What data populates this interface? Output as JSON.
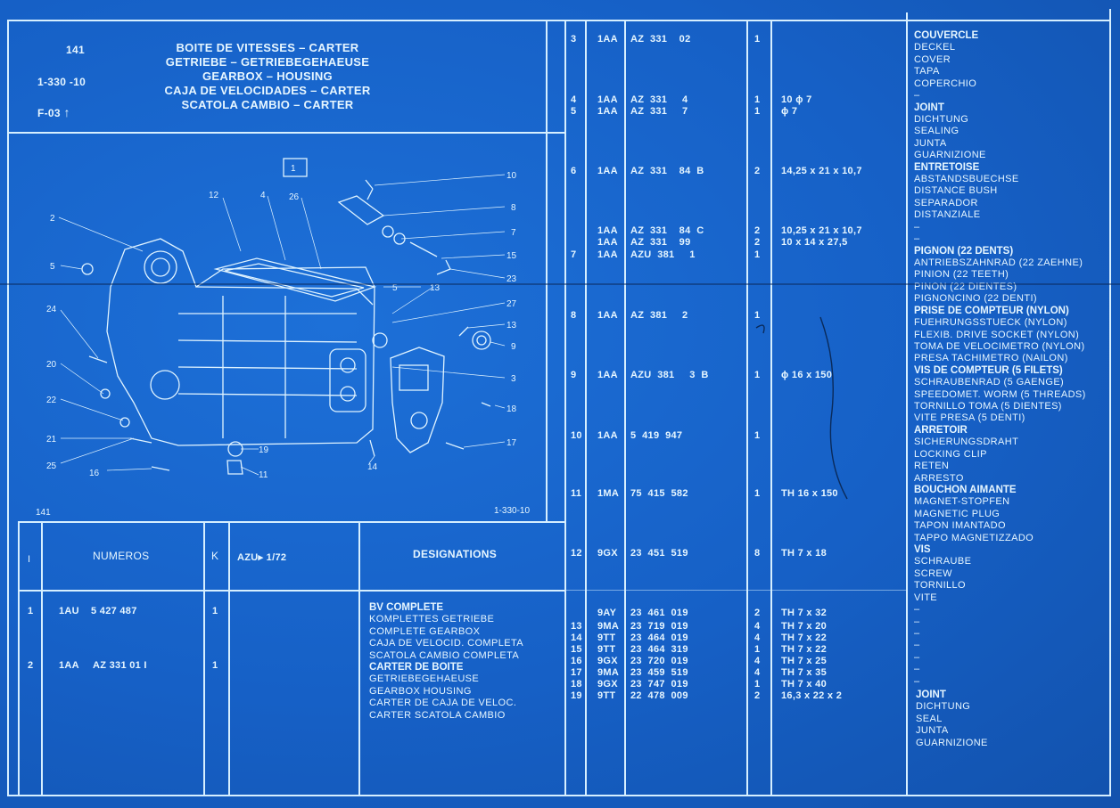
{
  "header": {
    "page_number": "141",
    "ref_code": "1-330 -10",
    "fig_code": "F-03",
    "titles": [
      "BOITE DE VITESSES – CARTER",
      "GETRIEBE – GETRIEBEGEHAEUSE",
      "GEARBOX – HOUSING",
      "CAJA DE VELOCIDADES – CARTER",
      "SCATOLA CAMBIO – CARTER"
    ]
  },
  "drawing": {
    "box_label": "1",
    "page_label": "141",
    "code_label": "1-330-10",
    "callouts_right": [
      "10",
      "8",
      "7",
      "15",
      "23",
      "27",
      "13",
      "9",
      "3",
      "18",
      "17"
    ],
    "callouts_top": [
      "12",
      "4",
      "26"
    ],
    "callouts_left": [
      "2",
      "5",
      "24",
      "20",
      "22",
      "21",
      "25"
    ],
    "callouts_bottom": [
      "16",
      "11",
      "19",
      "14"
    ],
    "callouts_mid": [
      "5",
      "13"
    ]
  },
  "left_table": {
    "headers": {
      "index": "I",
      "numbers": "NUMEROS",
      "k": "K",
      "azu": "AZU▸ 1/72",
      "designations": "DESIGNATIONS"
    },
    "rows": [
      {
        "index": "1",
        "prefix": "1AU",
        "number": "5 427 487",
        "k": "1",
        "desc_bold": "BV COMPLETE",
        "desc": [
          "KOMPLETTES GETRIEBE",
          "COMPLETE GEARBOX",
          "CAJA DE VELOCID. COMPLETA",
          "SCATOLA CAMBIO COMPLETA"
        ]
      },
      {
        "index": "2",
        "prefix": "1AA",
        "number": "AZ  331    01  I",
        "k": "1",
        "desc_bold": "CARTER DE BOITE",
        "desc": [
          "GETRIEBEGEHAEUSE",
          "GEARBOX HOUSING",
          "CARTER DE CAJA DE VELOC.",
          "CARTER SCATOLA CAMBIO"
        ]
      }
    ]
  },
  "parts": [
    {
      "index": "3",
      "prefix": "1AA",
      "number": "AZ  331    02",
      "qty": "1",
      "dim": ""
    },
    {
      "index": "4",
      "prefix": "1AA",
      "number": "AZ  331     4",
      "qty": "1",
      "dim": "10 ϕ 7"
    },
    {
      "index": "5",
      "prefix": "1AA",
      "number": "AZ  331     7",
      "qty": "1",
      "dim": "ϕ 7"
    },
    {
      "index": "6",
      "prefix": "1AA",
      "number": "AZ  331    84  B",
      "qty": "2",
      "dim": "14,25 x 21 x 10,7"
    },
    {
      "index": "",
      "prefix": "1AA",
      "number": "AZ  331    84  C",
      "qty": "2",
      "dim": "10,25 x 21 x 10,7"
    },
    {
      "index": "",
      "prefix": "1AA",
      "number": "AZ  331    99",
      "qty": "2",
      "dim": "10 x 14 x 27,5"
    },
    {
      "index": "7",
      "prefix": "1AA",
      "number": "AZU  381     1",
      "qty": "1",
      "dim": ""
    },
    {
      "index": "8",
      "prefix": "1AA",
      "number": "AZ  381     2",
      "qty": "1",
      "dim": ""
    },
    {
      "index": "9",
      "prefix": "1AA",
      "number": "AZU  381     3  B",
      "qty": "1",
      "dim": "ϕ 16 x 150"
    },
    {
      "index": "10",
      "prefix": "1AA",
      "number": "5  419  947",
      "qty": "1",
      "dim": ""
    },
    {
      "index": "11",
      "prefix": "1MA",
      "number": "75  415  582",
      "qty": "1",
      "dim": "TH 16 x 150"
    },
    {
      "index": "12",
      "prefix": "9GX",
      "number": "23  451  519",
      "qty": "8",
      "dim": "TH 7 x 18"
    },
    {
      "index": "",
      "prefix": "9AY",
      "number": "23  461  019",
      "qty": "2",
      "dim": "TH 7 x 32"
    },
    {
      "index": "13",
      "prefix": "9MA",
      "number": "23  719  019",
      "qty": "4",
      "dim": "TH 7 x 20"
    },
    {
      "index": "14",
      "prefix": "9TT",
      "number": "23  464  019",
      "qty": "4",
      "dim": "TH 7 x 22"
    },
    {
      "index": "15",
      "prefix": "9TT",
      "number": "23  464  319",
      "qty": "1",
      "dim": "TH 7 x 22"
    },
    {
      "index": "16",
      "prefix": "9GX",
      "number": "23  720  019",
      "qty": "4",
      "dim": "TH 7 x 25"
    },
    {
      "index": "17",
      "prefix": "9MA",
      "number": "23  459  519",
      "qty": "4",
      "dim": "TH 7 x 35"
    },
    {
      "index": "18",
      "prefix": "9GX",
      "number": "23  747  019",
      "qty": "1",
      "dim": "TH 7 x 40"
    },
    {
      "index": "19",
      "prefix": "9TT",
      "number": "22  478  009",
      "qty": "2",
      "dim": "16,3 x 22 x 2"
    }
  ],
  "designations": [
    {
      "text": "COUVERCLE",
      "bold": true
    },
    {
      "text": "DECKEL"
    },
    {
      "text": "COVER"
    },
    {
      "text": "TAPA"
    },
    {
      "text": "COPERCHIO"
    },
    {
      "text": "–"
    },
    {
      "text": "JOINT",
      "bold": true
    },
    {
      "text": "DICHTUNG"
    },
    {
      "text": "SEALING"
    },
    {
      "text": "JUNTA"
    },
    {
      "text": "GUARNIZIONE"
    },
    {
      "text": "ENTRETOISE",
      "bold": true
    },
    {
      "text": "ABSTANDSBUECHSE"
    },
    {
      "text": "DISTANCE BUSH"
    },
    {
      "text": "SEPARADOR"
    },
    {
      "text": "DISTANZIALE"
    },
    {
      "text": "–"
    },
    {
      "text": "–"
    },
    {
      "text": "PIGNON (22 DENTS)",
      "bold": true
    },
    {
      "text": "ANTRIEBSZAHNRAD (22 ZAEHNE)"
    },
    {
      "text": "PINION (22 TEETH)"
    },
    {
      "text": "PINON (22 DIENTES)"
    },
    {
      "text": "PIGNONCINO (22 DENTI)"
    },
    {
      "text": "PRISE DE COMPTEUR (NYLON)",
      "bold": true
    },
    {
      "text": "FUEHRUNGSSTUECK (NYLON)"
    },
    {
      "text": "FLEXIB. DRIVE SOCKET (NYLON)"
    },
    {
      "text": "TOMA DE VELOCIMETRO (NYLON)"
    },
    {
      "text": "PRESA TACHIMETRO (NAILON)"
    },
    {
      "text": "VIS DE COMPTEUR (5 FILETS)",
      "bold": true
    },
    {
      "text": "SCHRAUBENRAD (5 GAENGE)"
    },
    {
      "text": "SPEEDOMET. WORM (5 THREADS)"
    },
    {
      "text": "TORNILLO TOMA (5 DIENTES)"
    },
    {
      "text": "VITE PRESA (5 DENTI)"
    },
    {
      "text": "ARRETOIR",
      "bold": true
    },
    {
      "text": "SICHERUNGSDRAHT"
    },
    {
      "text": "LOCKING CLIP"
    },
    {
      "text": "RETEN"
    },
    {
      "text": "ARRESTO"
    },
    {
      "text": "BOUCHON AIMANTE",
      "bold": true
    },
    {
      "text": "MAGNET-STOPFEN"
    },
    {
      "text": "MAGNETIC PLUG"
    },
    {
      "text": "TAPON IMANTADO"
    },
    {
      "text": "TAPPO MAGNETIZZADO"
    },
    {
      "text": "VIS",
      "bold": true
    },
    {
      "text": "SCHRAUBE"
    },
    {
      "text": "SCREW"
    },
    {
      "text": "TORNILLO"
    },
    {
      "text": "VITE"
    },
    {
      "text": "–"
    },
    {
      "text": "–"
    },
    {
      "text": "–"
    },
    {
      "text": "–"
    },
    {
      "text": "–"
    },
    {
      "text": "–"
    },
    {
      "text": "–"
    }
  ],
  "joint_tail": [
    "JOINT",
    "DICHTUNG",
    "SEAL",
    "JUNTA",
    "GUARNIZIONE"
  ]
}
